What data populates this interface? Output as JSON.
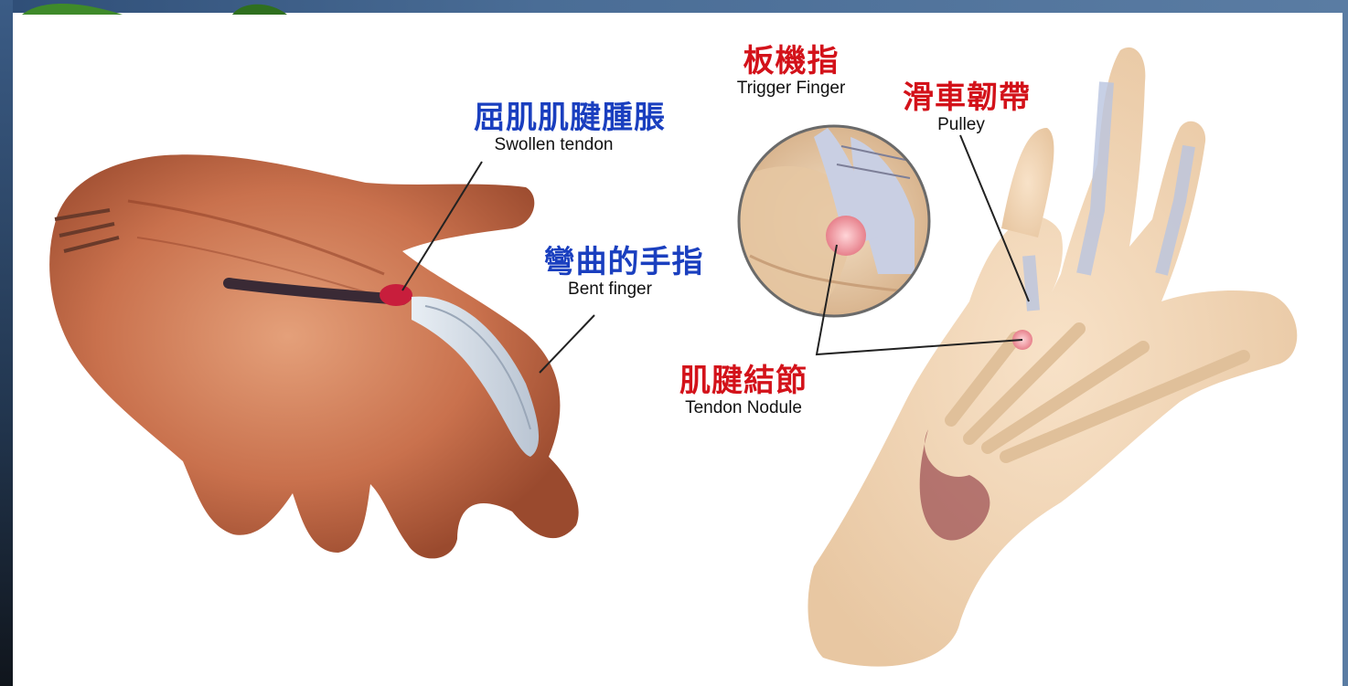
{
  "colors": {
    "blue_label": "#1a3fbf",
    "red_label": "#d3121a",
    "english_label": "#111111"
  },
  "labels": {
    "swollen_tendon": {
      "zh": "屈肌肌腱腫脹",
      "en": "Swollen tendon"
    },
    "bent_finger": {
      "zh": "彎曲的手指",
      "en": "Bent finger"
    },
    "trigger_finger": {
      "zh": "板機指",
      "en": "Trigger Finger"
    },
    "pulley": {
      "zh": "滑車韌帶",
      "en": "Pulley"
    },
    "tendon_nodule": {
      "zh": "肌腱結節",
      "en": "Tendon Nodule"
    }
  }
}
